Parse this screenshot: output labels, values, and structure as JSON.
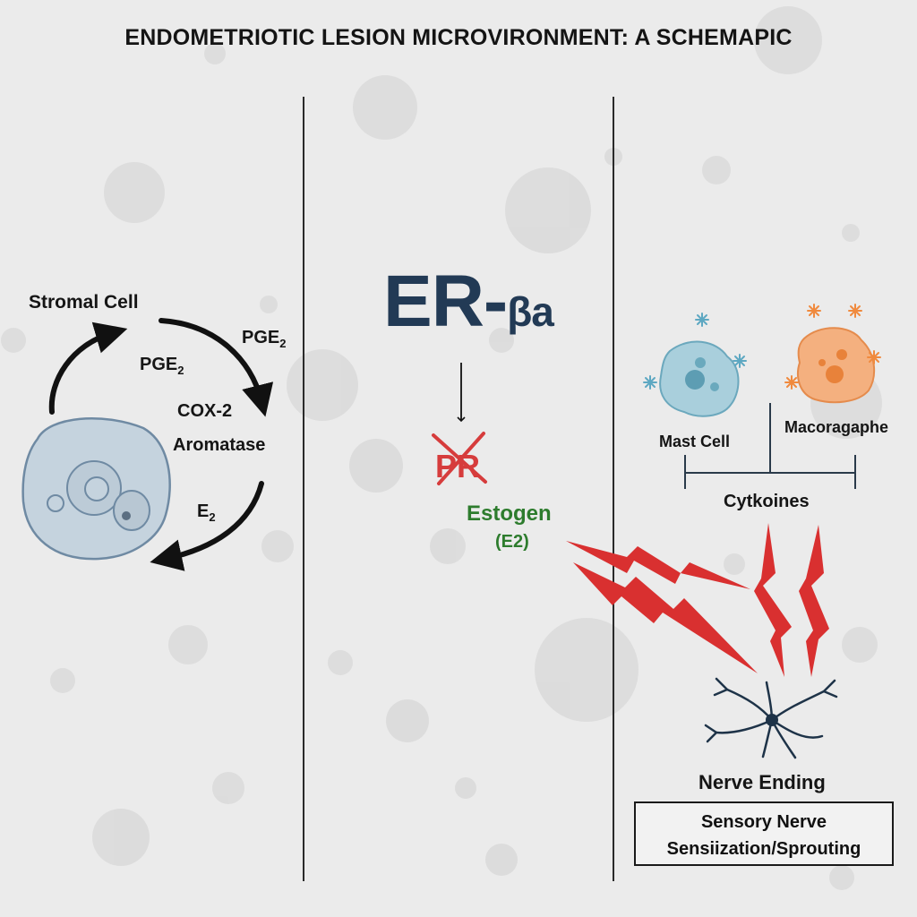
{
  "title": "ENDOMETRIOTIC LESION MICROVIRONMENT: A SCHEMAPIC",
  "left_panel": {
    "cell_label": "Stromal Cell",
    "pge2_outer": "PGE",
    "pge2_outer_sub": "2",
    "pge2_inner": "PGE",
    "pge2_inner_sub": "2",
    "cox2": "COX-2",
    "aromatase": "Aromatase",
    "e2": "E",
    "e2_sub": "2"
  },
  "middle_panel": {
    "er_main": "ER-",
    "er_suffix": "βa",
    "pr": "PR",
    "estrogen": "Estogen",
    "estrogen_sub": "(E2)"
  },
  "right_panel": {
    "mast_cell": "Mast Cell",
    "macrophage": "Macoragaphe",
    "cytokines": "Cytkoines",
    "nerve_ending": "Nerve Ending",
    "box_line1": "Sensory Nerve",
    "box_line2": "Sensiization/Sprouting"
  },
  "colors": {
    "background": "#ebebeb",
    "cell_fill": "#c5d3de",
    "cell_stroke": "#6f8aa3",
    "er_text": "#223a55",
    "pr_red": "#d63c3c",
    "estrogen_green": "#2d7c2d",
    "mast_fill": "#a9cfdc",
    "macrophage_fill": "#f4b07f",
    "lightning_red": "#d93030",
    "nerve_dark": "#1e3348"
  }
}
